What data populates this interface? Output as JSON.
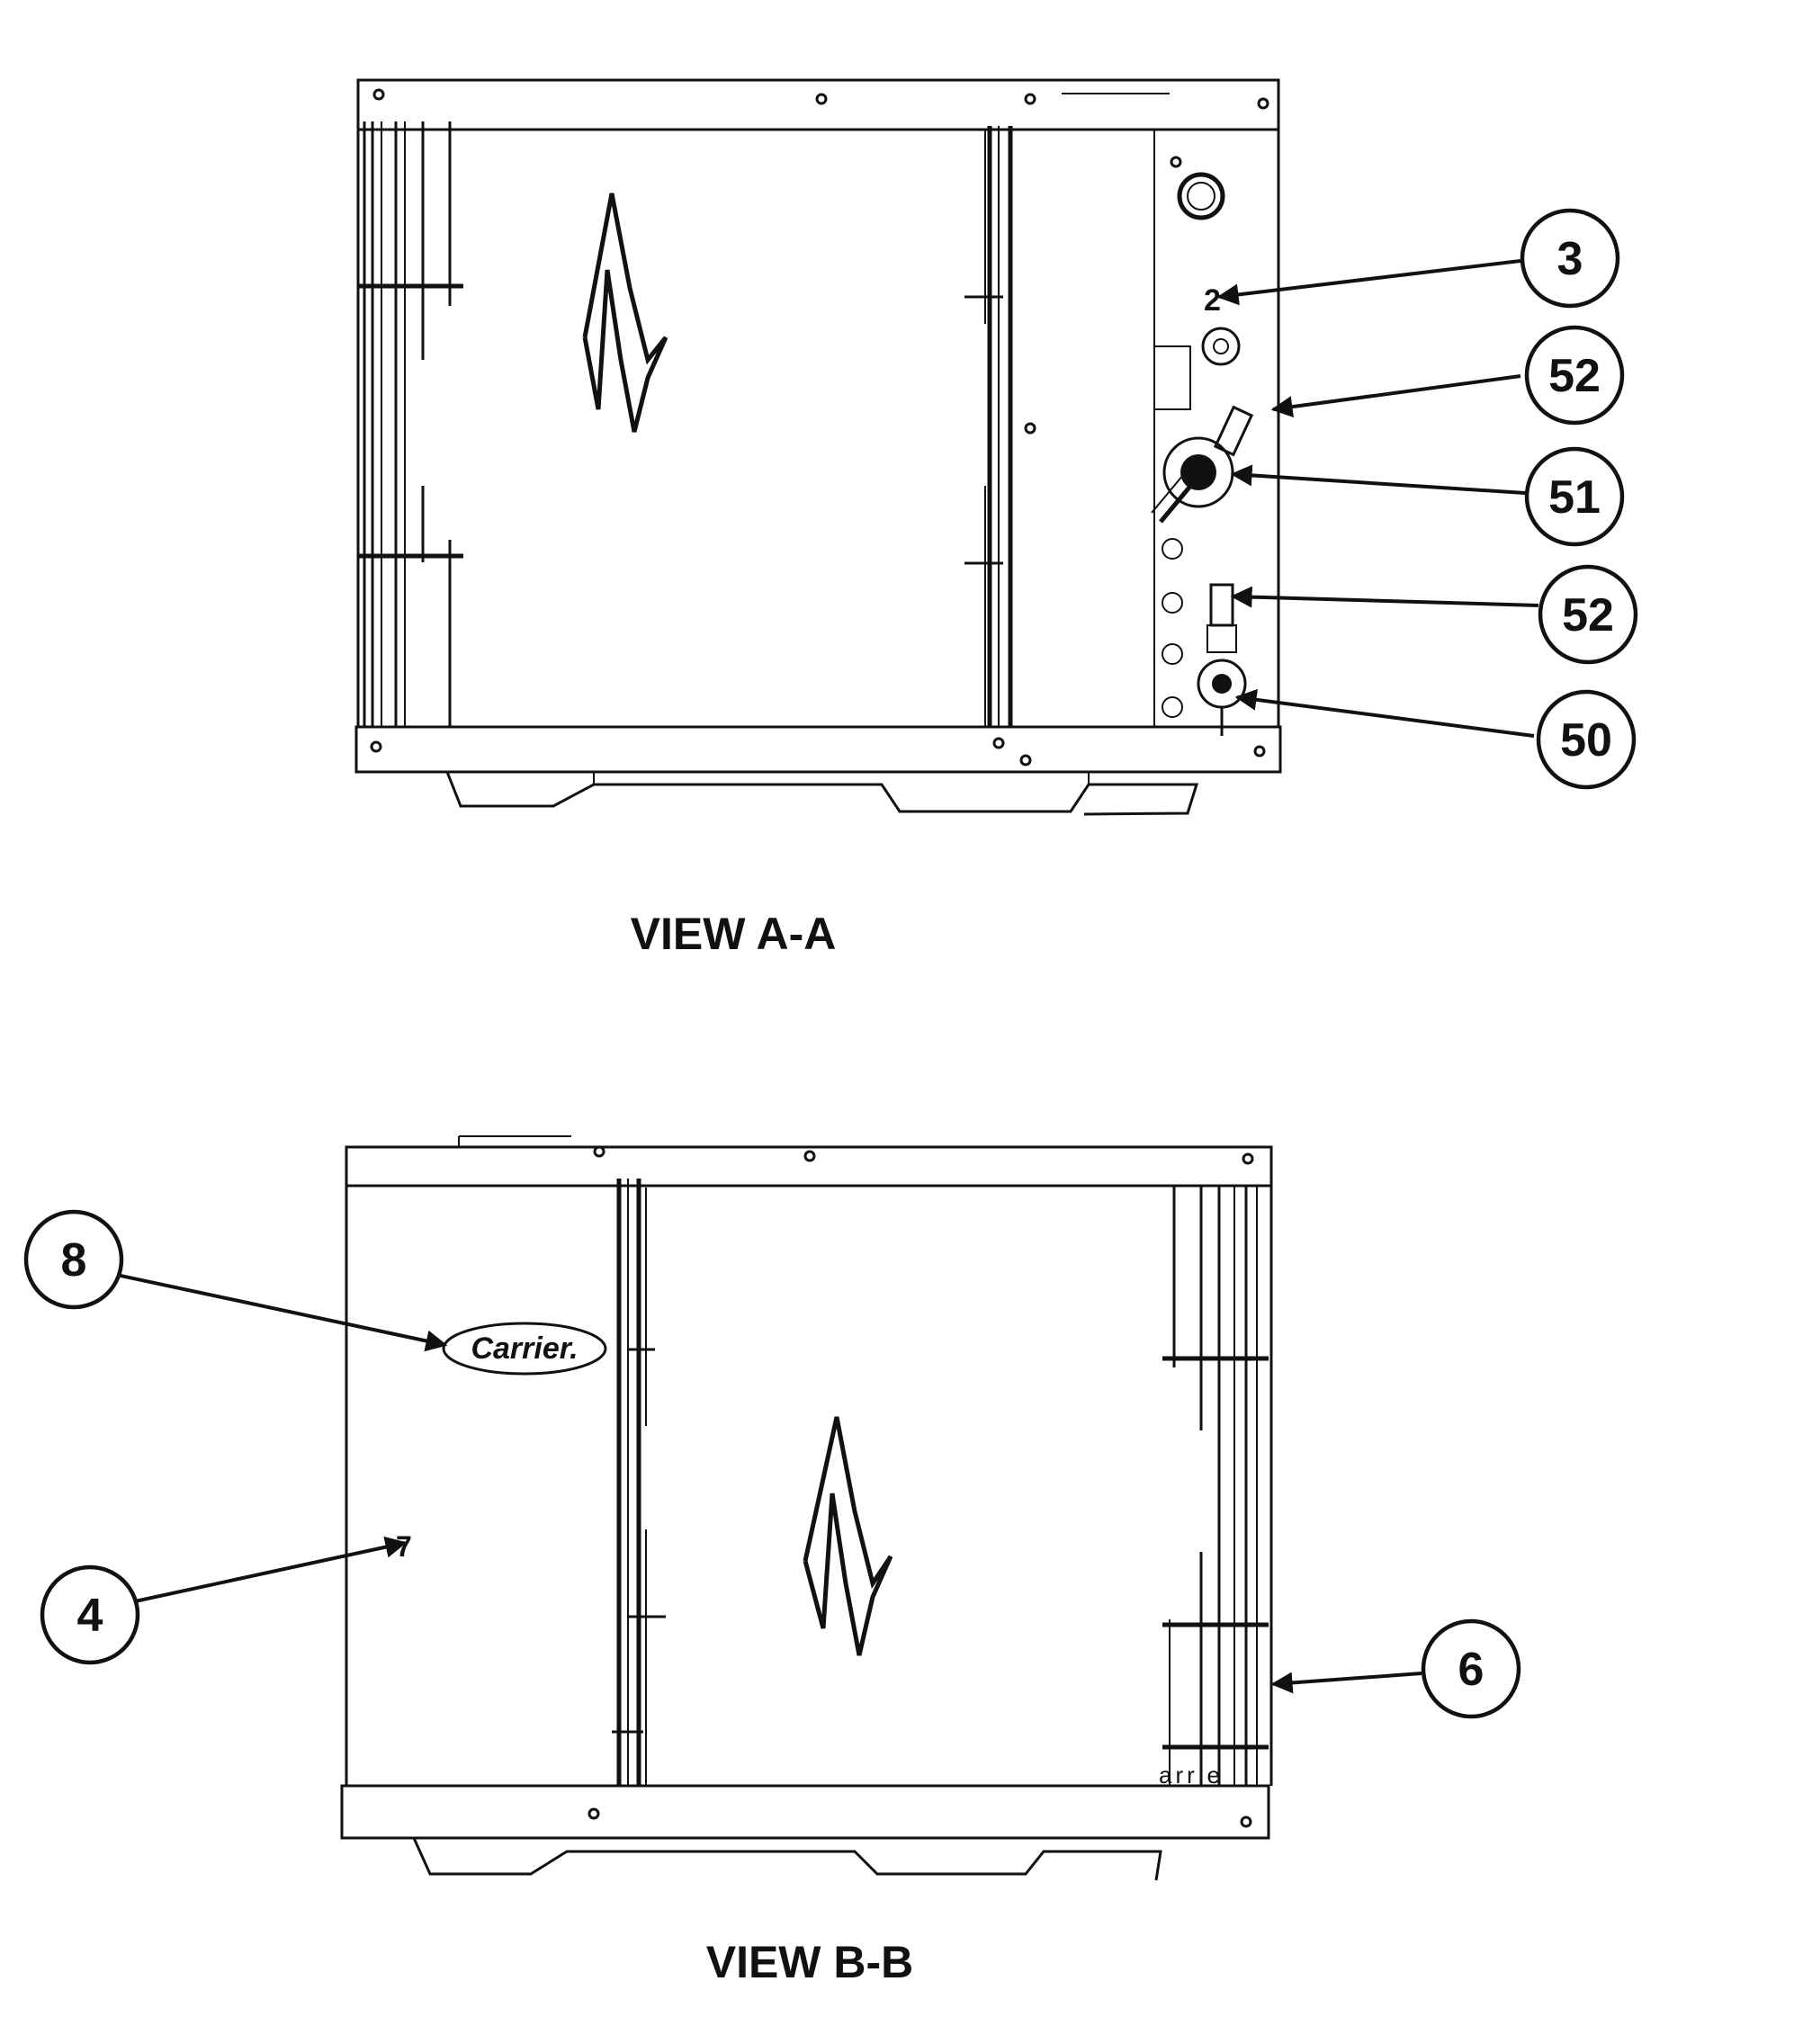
{
  "views": [
    {
      "title": "VIEW A-A",
      "callouts": [
        "3",
        "52",
        "51",
        "52",
        "50"
      ]
    },
    {
      "title": "VIEW B-B",
      "callouts": [
        "8",
        "4",
        "6"
      ],
      "logo_text": "Carrier.",
      "panel_marks": [
        "7",
        "arrie"
      ]
    }
  ],
  "colors": {
    "ink": "#111111",
    "paper": "#ffffff"
  }
}
